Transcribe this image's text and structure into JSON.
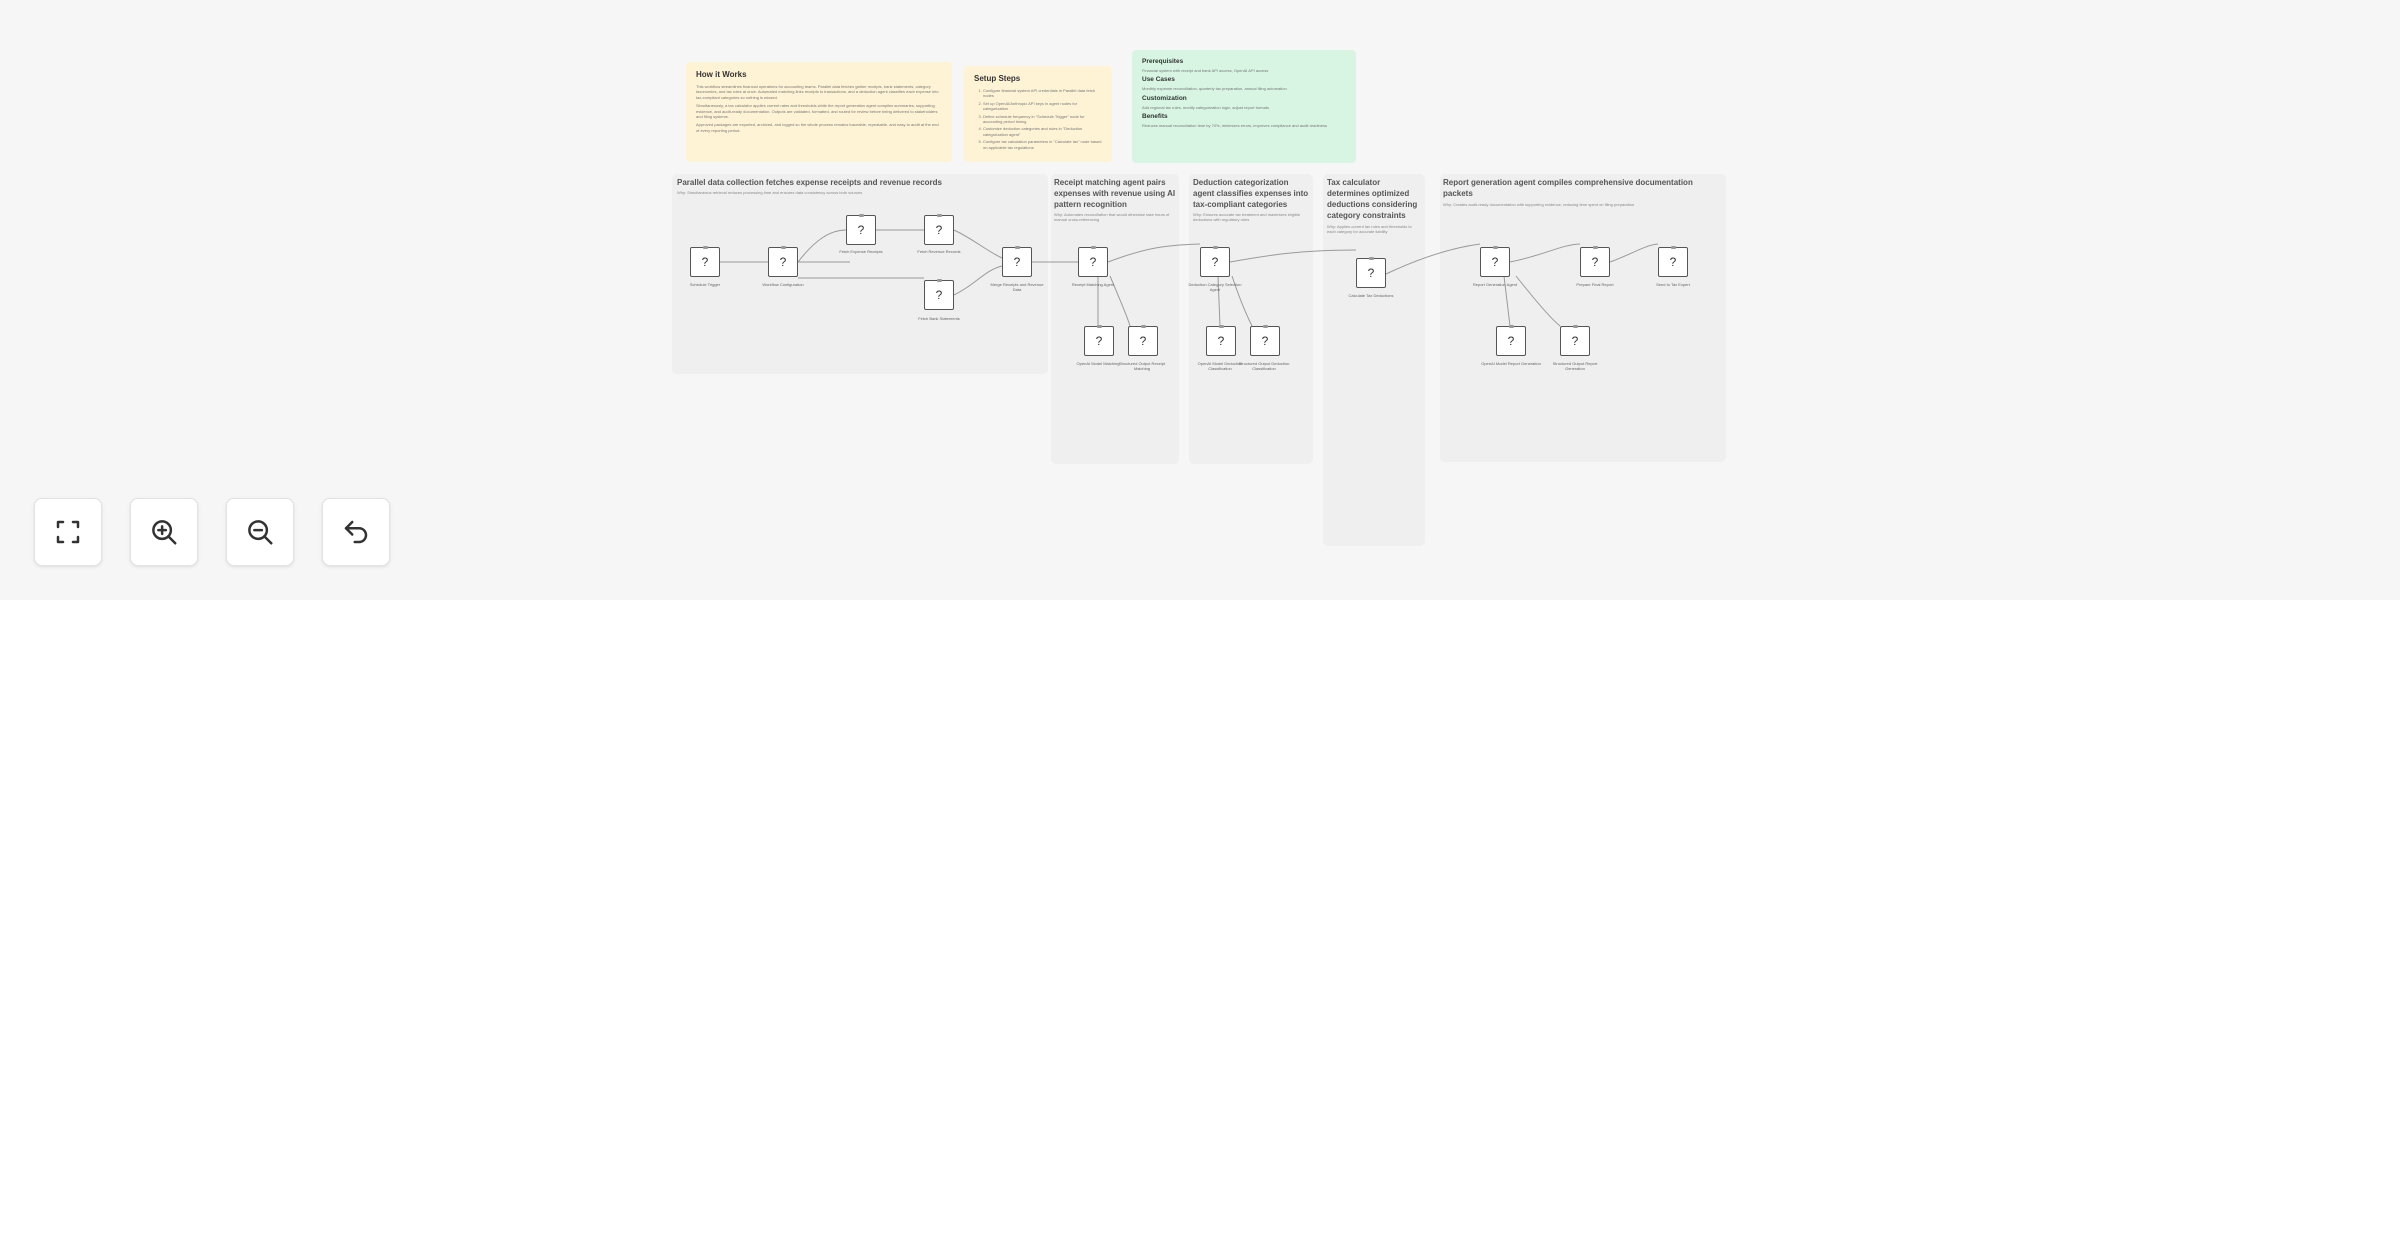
{
  "sticky_notes": {
    "how_it_works": {
      "title": "How it Works",
      "paragraphs": [
        "This workflow streamlines financial operations for accounting teams. Parallel data fetches gather receipts, bank statements, category taxonomies, and tax rules at once. Automated matching links receipts to transactions, and a deduction agent classifies each expense into tax-compliant categories so nothing is missed.",
        "Simultaneously, a tax calculator applies current rates and thresholds while the report generation agent compiles summaries, supporting evidence, and audit-ready documentation. Outputs are validated, formatted, and routed for review before being delivered to stakeholders and filing systems.",
        "Approved packages are exported, archived, and logged so the whole process remains traceable, repeatable, and easy to audit at the end of every reporting period."
      ]
    },
    "setup_steps": {
      "title": "Setup Steps",
      "steps": [
        "Configure financial system API credentials in Parallel data fetch nodes",
        "Set up OpenAI/Anthropic API keys in agent nodes for categorization",
        "Define schedule frequency in \"Schedule Trigger\" node for accounting period timing",
        "Customize deduction categories and rules in \"Deduction categorization agent\"",
        "Configure tax calculation parameters in \"Calculate tax\" node based on applicable tax regulations"
      ]
    },
    "prerequisites": {
      "sections": [
        {
          "title": "Prerequisites",
          "text": "Financial system with receipt and bank API access, OpenAI API access"
        },
        {
          "title": "Use Cases",
          "text": "Monthly expense reconciliation, quarterly tax preparation, annual filing automation"
        },
        {
          "title": "Customization",
          "text": "Add regional tax rules, modify categorization logic, adjust report formats"
        },
        {
          "title": "Benefits",
          "text": "Reduces manual reconciliation time by 70%, minimizes errors, improves compliance and audit readiness"
        }
      ]
    }
  },
  "groups": [
    {
      "title": "Parallel data collection fetches expense receipts and revenue records",
      "why": "Why: Simultaneous retrieval reduces processing time and ensures data consistency across both sources"
    },
    {
      "title": "Receipt matching agent pairs expenses with revenue using AI pattern recognition",
      "why": "Why: Automates reconciliation that would otherwise take hours of manual cross-referencing"
    },
    {
      "title": "Deduction categorization agent classifies expenses into tax-compliant categories",
      "why": "Why: Ensures accurate tax treatment and maximizes eligible deductions with regulatory rules"
    },
    {
      "title": "Tax calculator determines optimized deductions considering category constraints",
      "why": "Why: Applies current tax rules and thresholds to each category for accurate liability"
    },
    {
      "title": "Report generation agent compiles comprehensive documentation packets",
      "why": "Why: Creates audit-ready documentation with supporting evidence, reducing time spent on filing preparation"
    }
  ],
  "nodes": [
    {
      "label": "Schedule Trigger"
    },
    {
      "label": "Workflow Configuration"
    },
    {
      "label": "Fetch Expense Receipts"
    },
    {
      "label": "Fetch Revenue Records"
    },
    {
      "label": "Fetch Bank Statements"
    },
    {
      "label": "Merge Receipts and Revenue Data"
    },
    {
      "label": "Receipt Matching Agent"
    },
    {
      "label": "OpenAI Model Matching"
    },
    {
      "label": "Structured Output Receipt Matching"
    },
    {
      "label": "Deduction Category Selection Agent"
    },
    {
      "label": "OpenAI Model Deduction Classification"
    },
    {
      "label": "Structured Output Deduction Classification"
    },
    {
      "label": "Calculate Tax Deductions"
    },
    {
      "label": "Report Generation Agent"
    },
    {
      "label": "OpenAI Model Report Generation"
    },
    {
      "label": "Structured Output Report Generation"
    },
    {
      "label": "Prepare Final Report"
    },
    {
      "label": "Send to Tax Expert"
    }
  ],
  "node_icon": "question-mark-icon",
  "node_glyph": "?",
  "controls": [
    {
      "name": "fit-view-button",
      "icon": "fit-view-icon"
    },
    {
      "name": "zoom-in-button",
      "icon": "zoom-in-icon"
    },
    {
      "name": "zoom-out-button",
      "icon": "zoom-out-icon"
    },
    {
      "name": "reset-zoom-button",
      "icon": "undo-icon"
    }
  ],
  "colors": {
    "canvas": "#f6f6f6",
    "sticky_yellow": "#fff3d6",
    "sticky_green": "#d8f5e3",
    "group_bg": "#efefef",
    "node_border": "#555555",
    "edge": "#9a9a9a"
  }
}
